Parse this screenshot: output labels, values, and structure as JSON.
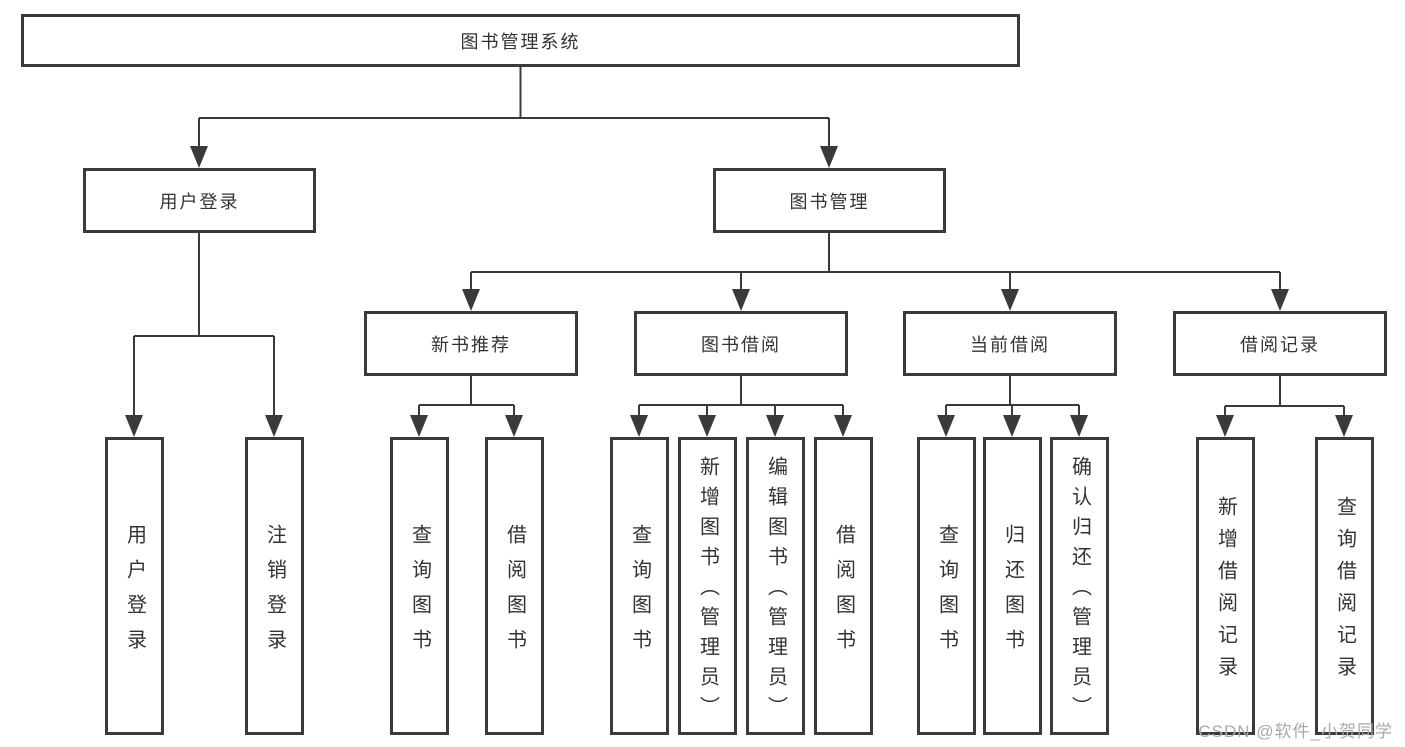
{
  "diagram": {
    "root": {
      "label": "图书管理系统"
    },
    "level2": [
      {
        "label": "用户登录"
      },
      {
        "label": "图书管理"
      }
    ],
    "level3": [
      {
        "label": "新书推荐"
      },
      {
        "label": "图书借阅"
      },
      {
        "label": "当前借阅"
      },
      {
        "label": "借阅记录"
      }
    ],
    "leaves": [
      {
        "label": "用户登录"
      },
      {
        "label": "注销登录"
      },
      {
        "label": "查询图书"
      },
      {
        "label": "借阅图书"
      },
      {
        "label": "查询图书"
      },
      {
        "label": "新增图书（管理员）"
      },
      {
        "label": "编辑图书（管理员）"
      },
      {
        "label": "借阅图书"
      },
      {
        "label": "查询图书"
      },
      {
        "label": "归还图书"
      },
      {
        "label": "确认归还（管理员）"
      },
      {
        "label": "新增借阅记录"
      },
      {
        "label": "查询借阅记录"
      }
    ],
    "colors": {
      "line": "#3a3a3a",
      "text": "#333333",
      "watermark": "#a9a9a9",
      "background": "#ffffff"
    }
  },
  "watermark": {
    "text": "CSDN @软件_小贺同学"
  }
}
